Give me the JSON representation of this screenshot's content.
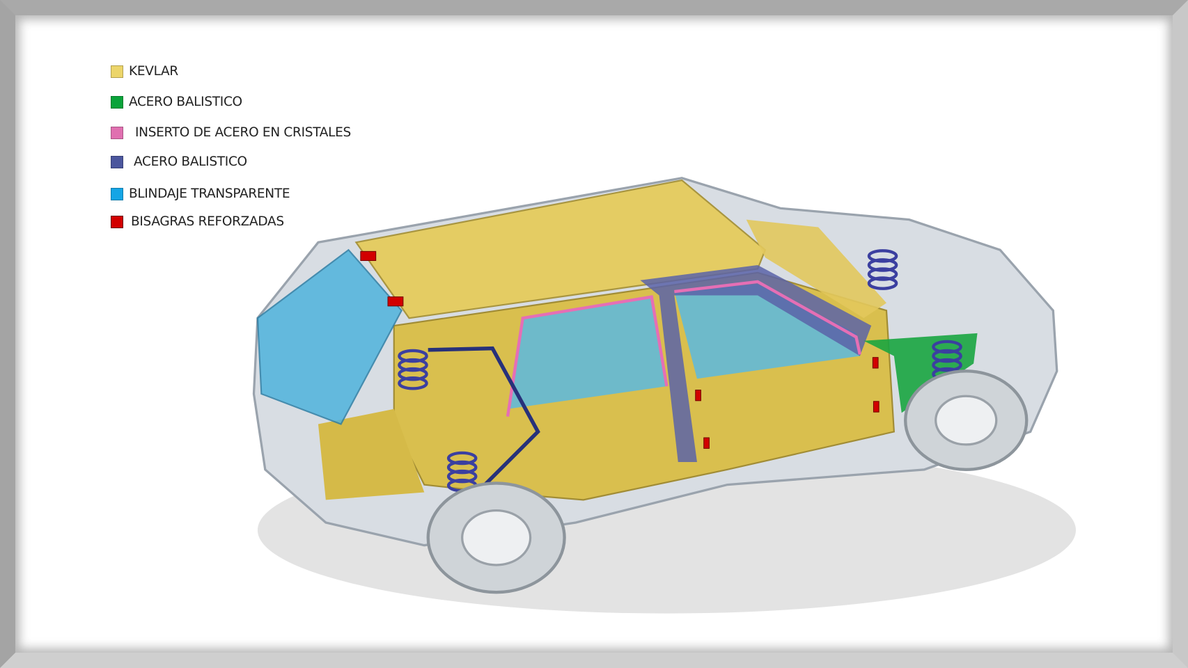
{
  "legend": [
    {
      "label": "KEVLAR",
      "color": "#ecd56a"
    },
    {
      "label": "ACERO BALISTICO",
      "color": "#0aa33a"
    },
    {
      "label": "INSERTO DE ACERO EN CRISTALES",
      "color": "#e070b0"
    },
    {
      "label": "ACERO BALISTICO",
      "color": "#4b569d"
    },
    {
      "label": "BLINDAJE TRANSPARENTE",
      "color": "#15a5e5"
    },
    {
      "label": "BISAGRAS REFORZADAS",
      "color": "#d20000"
    }
  ]
}
